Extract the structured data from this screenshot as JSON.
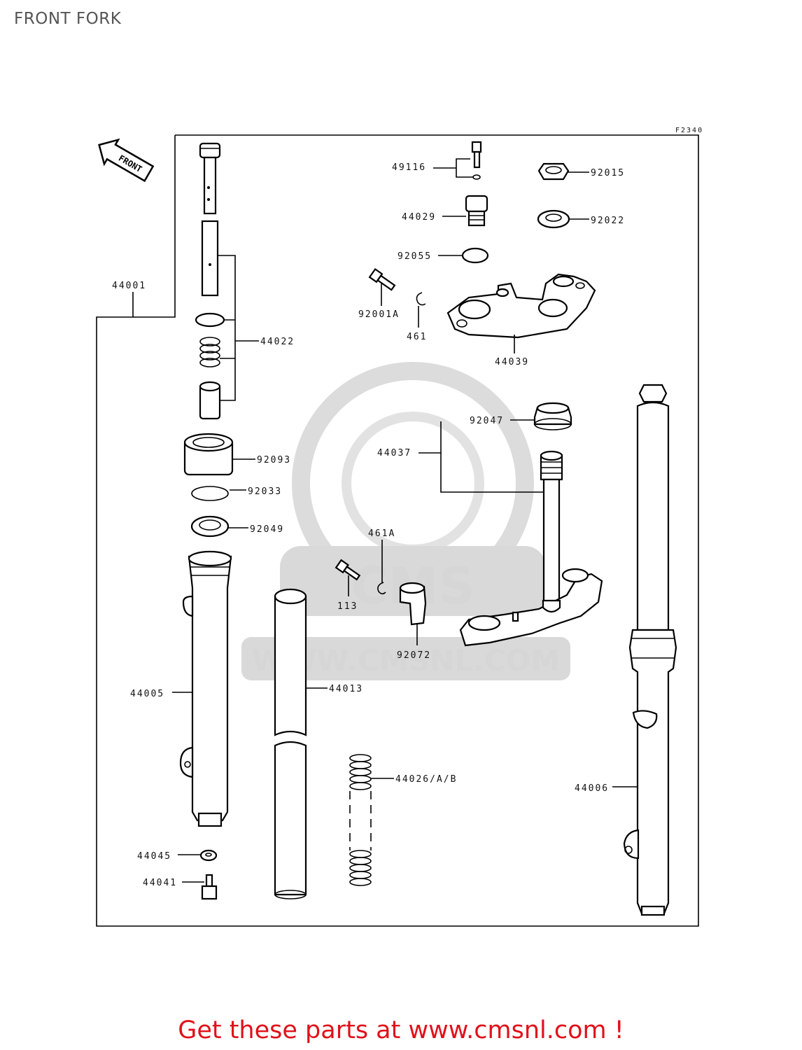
{
  "title": "FRONT FORK",
  "ref_code": "F2340",
  "front_arrow_label": "FRONT",
  "watermark": {
    "brand": "CMS",
    "url": "WWW.CMSNL.COM"
  },
  "part_labels": {
    "p44001": "44001",
    "p44022": "44022",
    "p92093": "92093",
    "p92033": "92033",
    "p92049": "92049",
    "p44005": "44005",
    "p44013": "44013",
    "p44026": "44026/A/B",
    "p44045": "44045",
    "p44041": "44041",
    "p49116": "49116",
    "p44029": "44029",
    "p92055": "92055",
    "p92001a": "92001A",
    "p461": "461",
    "p44039": "44039",
    "p92015": "92015",
    "p92022": "92022",
    "p92047": "92047",
    "p44037": "44037",
    "p461a": "461A",
    "p113": "113",
    "p92072": "92072",
    "p44006": "44006"
  },
  "footer_text": "Get these parts at www.cmsnl.com !"
}
